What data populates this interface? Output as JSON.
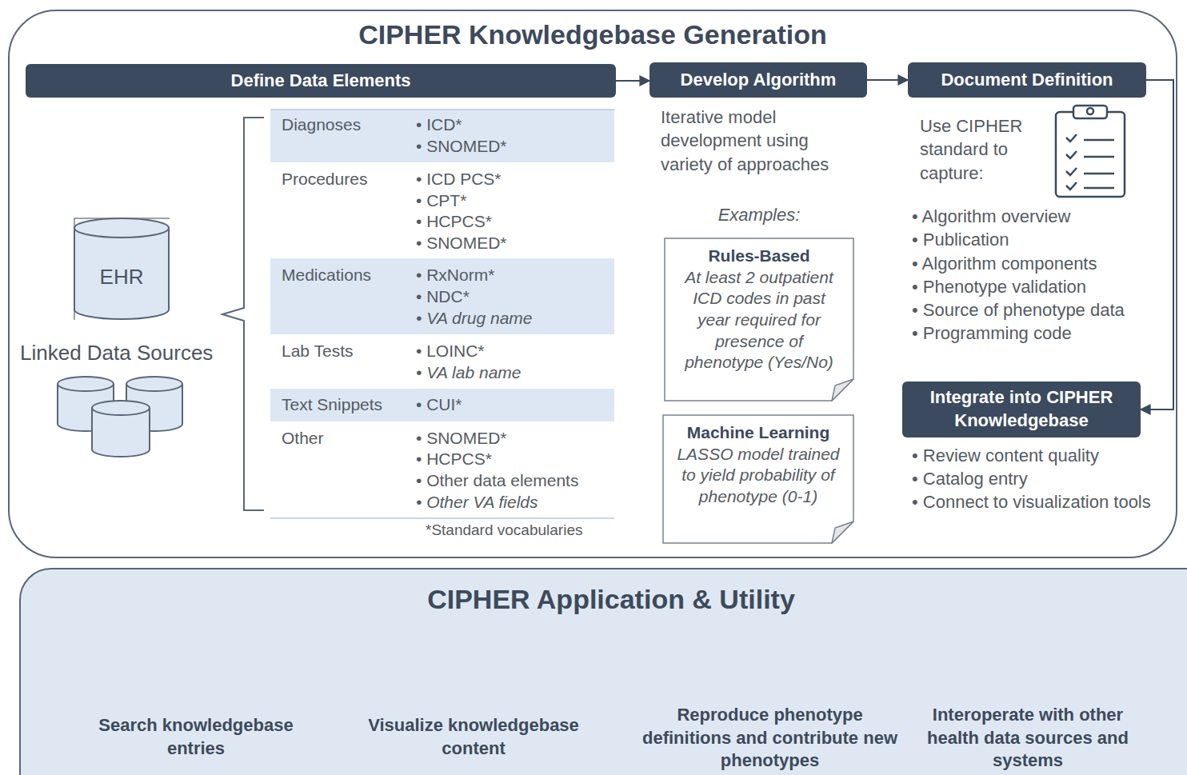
{
  "diagram": {
    "nodes": [
      {
        "text": [
          "CIPHER Knowledgebase Generation"
        ]
      },
      {
        "text": [
          "Define Data Elements"
        ],
        "in": 0
      },
      {
        "text": [
          "EHR"
        ],
        "in": 0
      },
      {
        "text": [
          "Develop Algorithm"
        ],
        "in": 0
      },
      {
        "text": [
          "Rules-Based",
          "At least 2 outpatient ICD codes in past year required for presence of phenotype (Yes/No)"
        ],
        "in": 0
      },
      {
        "text": [
          "Machine Learning",
          "LASSO model trained to yield probability of phenotype (0-1)"
        ],
        "in": 0
      },
      {
        "text": [
          "Document Definition"
        ],
        "in": 0
      },
      {
        "text": [
          "Integrate into CIPHER Knowledgebase"
        ],
        "in": 0
      },
      {
        "text": [
          "CIPHER Application & Utility"
        ]
      }
    ],
    "edges": [
      {
        "from": 1,
        "to": 3,
        "arrow": "to"
      },
      {
        "from": 3,
        "to": 6,
        "arrow": "to"
      },
      {
        "from": 6,
        "to": 7,
        "arrow": "to"
      }
    ],
    "labels": [
      "Linked Data Sources",
      "Diagnoses",
      "• ICD*",
      "• SNOMED*",
      "Procedures",
      "• ICD PCS*",
      "• CPT*",
      "• HCPCS*",
      "• SNOMED*",
      "Medications",
      "• RxNorm*",
      "• NDC*",
      "• VA drug name",
      "Lab Tests",
      "• LOINC*",
      "• VA lab name",
      "Text Snippets",
      "• CUI*",
      "Other",
      "• SNOMED*",
      "• HCPCS*",
      "• Other data elements",
      "• Other VA fields",
      "*Standard vocabularies",
      "Iterative model development using variety of approaches",
      "Examples:",
      "Use CIPHER standard to capture:",
      "• Algorithm overview",
      "• Publication",
      "• Algorithm components",
      "• Phenotype validation",
      "• Source of phenotype data",
      "• Programming code",
      "• Review content quality",
      "• Catalog entry",
      "• Connect to visualization tools",
      "Search knowledgebase entries",
      "Visualize knowledgebase content",
      "Reproduce phenotype definitions and contribute new phenotypes",
      "Interoperate with other health data sources and systems"
    ]
  }
}
